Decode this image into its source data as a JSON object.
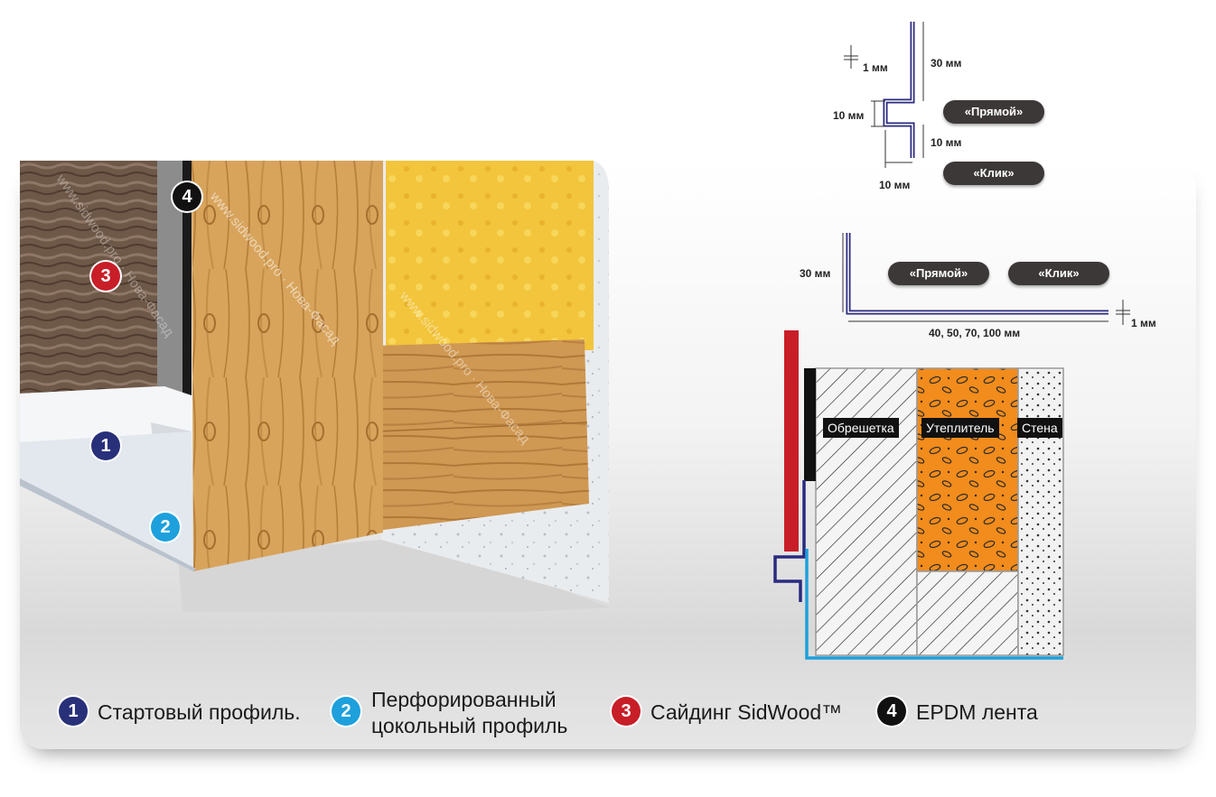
{
  "photo": {
    "watermarks": [
      "www.sidwood.pro · Нова-Фасад"
    ],
    "badges": [
      "1",
      "2",
      "3",
      "4"
    ]
  },
  "profile_top": {
    "dims": {
      "thickness": "1 мм",
      "height": "30 мм",
      "step": "10 мм",
      "lower": "10 мм",
      "bottom": "10 мм"
    },
    "pills": [
      "«Прямой»",
      "«Клик»"
    ]
  },
  "profile_angle": {
    "dims": {
      "height": "30 мм",
      "widths": "40, 50, 70, 100 мм",
      "thickness": "1 мм"
    },
    "pills": [
      "«Прямой»",
      "«Клик»"
    ]
  },
  "section": {
    "labels": [
      "Обрешетка",
      "Утеплитель",
      "Стена"
    ]
  },
  "legend": [
    {
      "num": "1",
      "text": "Стартовый профиль.",
      "color": "#28307a"
    },
    {
      "num": "2",
      "text_line1": "Перфорированный",
      "text_line2": "цокольный профиль",
      "color": "#1ea0dc"
    },
    {
      "num": "3",
      "text": "Сайдинг SidWood™",
      "color": "#c81e28"
    },
    {
      "num": "4",
      "text": "EPDM лента",
      "color": "#111111"
    }
  ]
}
